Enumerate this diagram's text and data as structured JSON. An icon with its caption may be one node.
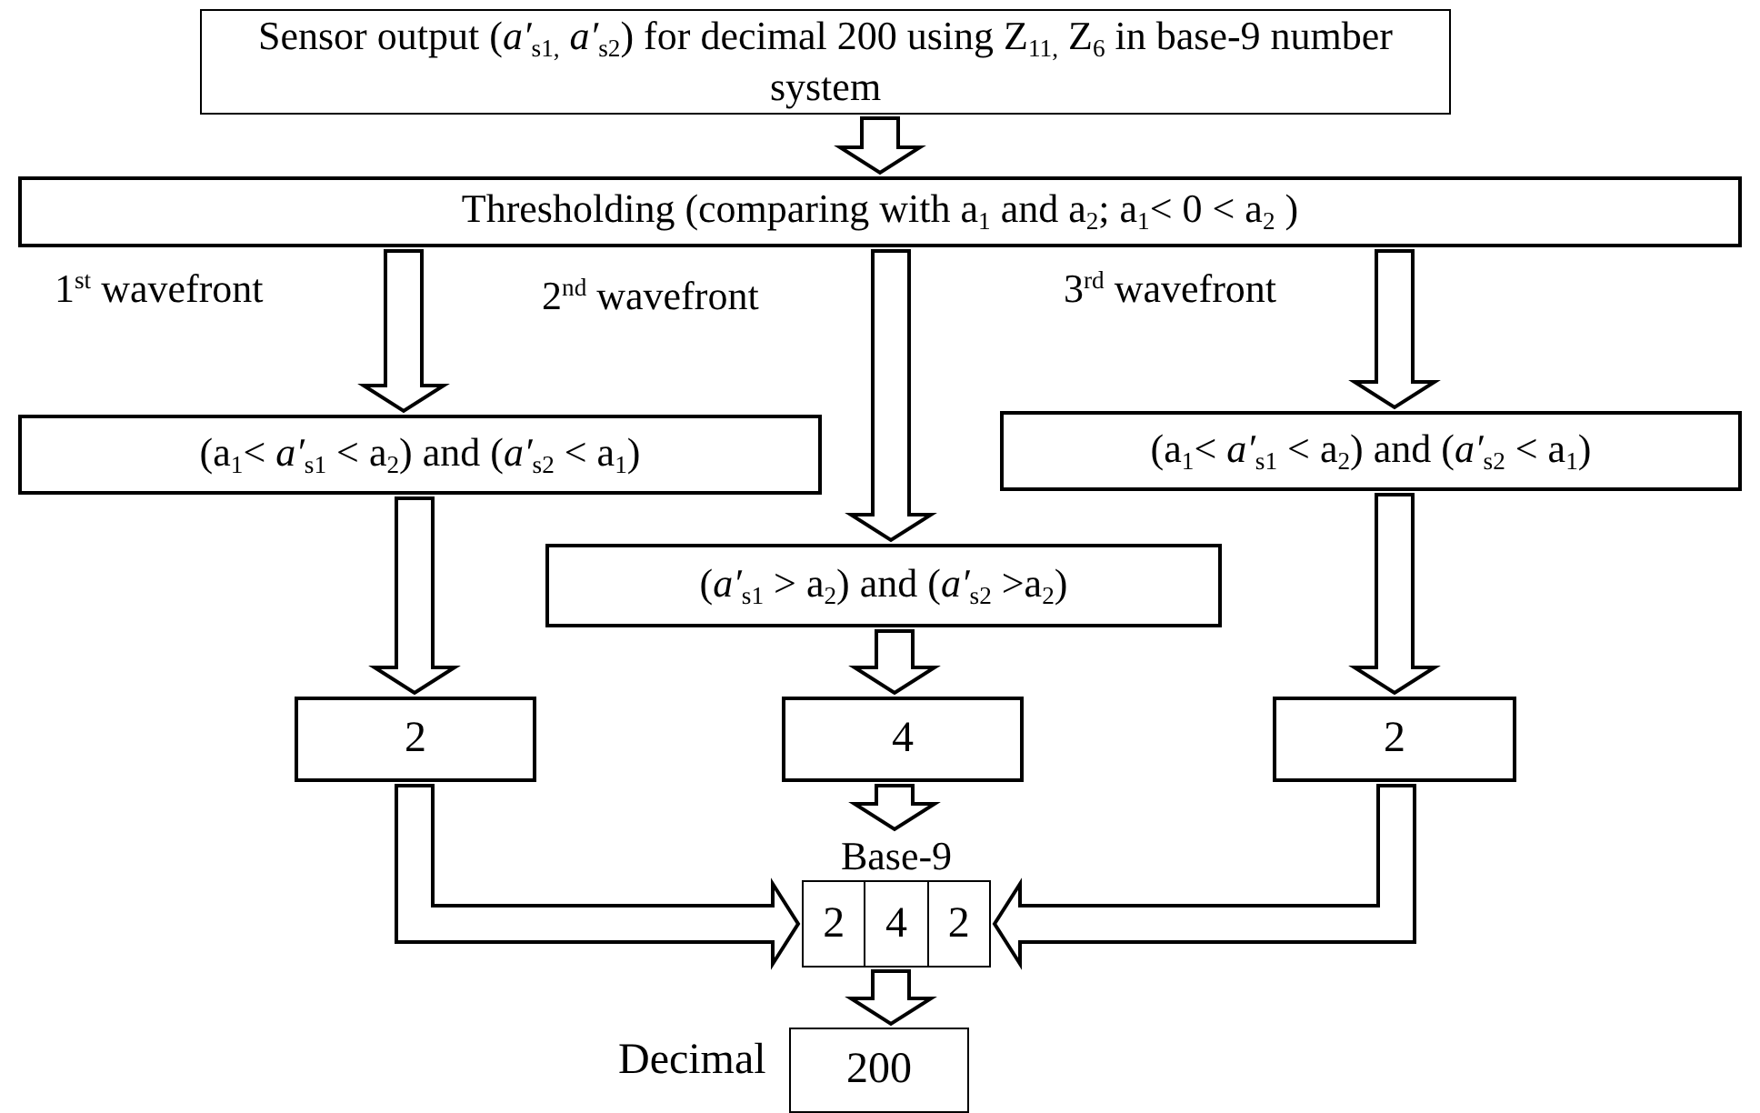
{
  "diagram": {
    "nodes": [
      {
        "text": [
          "Sensor output (*a′*$_{s1,}$ *a′*$_{s2}$) for decimal 200 using Z$_{11,}$ Z$_{6}$ in base-9 number system"
        ]
      },
      {
        "text": [
          "Thresholding (comparing with a$_{1}$ and a$_{2}$; a$_{1}$< 0 < a$_{2}$ )"
        ]
      },
      {
        "text": [
          "(a$_{1}$< *a′*$_{s1}$ < a$_{2}$)  and (*a′*$_{s2}$ < a$_{1}$)"
        ]
      },
      {
        "text": [
          "(a$_{1}$< *a′*$_{s1}$ < a$_{2}$)  and (*a′*$_{s2}$ < a$_{1}$)"
        ]
      },
      {
        "text": [
          "(*a′*$_{s1}$ > a$_{2}$)  and (*a′*$_{s2}$ >a$_{2}$)"
        ]
      },
      {
        "text": [
          "2"
        ]
      },
      {
        "text": [
          "4"
        ]
      },
      {
        "text": [
          "2"
        ]
      },
      {
        "text": [
          "Base-9"
        ]
      },
      {
        "text": [
          "2"
        ],
        "in": 8
      },
      {
        "text": [
          "4"
        ],
        "in": 8
      },
      {
        "text": [
          "2"
        ],
        "in": 8
      },
      {
        "text": [
          "200"
        ],
        "beside": [
          "Decimal"
        ]
      }
    ],
    "edges": [
      {
        "from": 0,
        "to": 1,
        "arrow": "to"
      },
      {
        "from": 1,
        "to": 2,
        "arrow": "to",
        "label": "1$^{st}$ wavefront"
      },
      {
        "from": 1,
        "to": 4,
        "arrow": "to",
        "label": "2$^{nd}$ wavefront"
      },
      {
        "from": 1,
        "to": 3,
        "arrow": "to",
        "label": "3$^{rd}$ wavefront"
      },
      {
        "from": 2,
        "to": 5,
        "arrow": "to"
      },
      {
        "from": 4,
        "to": 6,
        "arrow": "to"
      },
      {
        "from": 3,
        "to": 7,
        "arrow": "to"
      },
      {
        "from": 6,
        "to": 8,
        "arrow": "to"
      },
      {
        "from": 5,
        "to": 8,
        "arrow": "to"
      },
      {
        "from": 7,
        "to": 8,
        "arrow": "to"
      },
      {
        "from": 8,
        "to": 12,
        "arrow": "to"
      }
    ]
  }
}
